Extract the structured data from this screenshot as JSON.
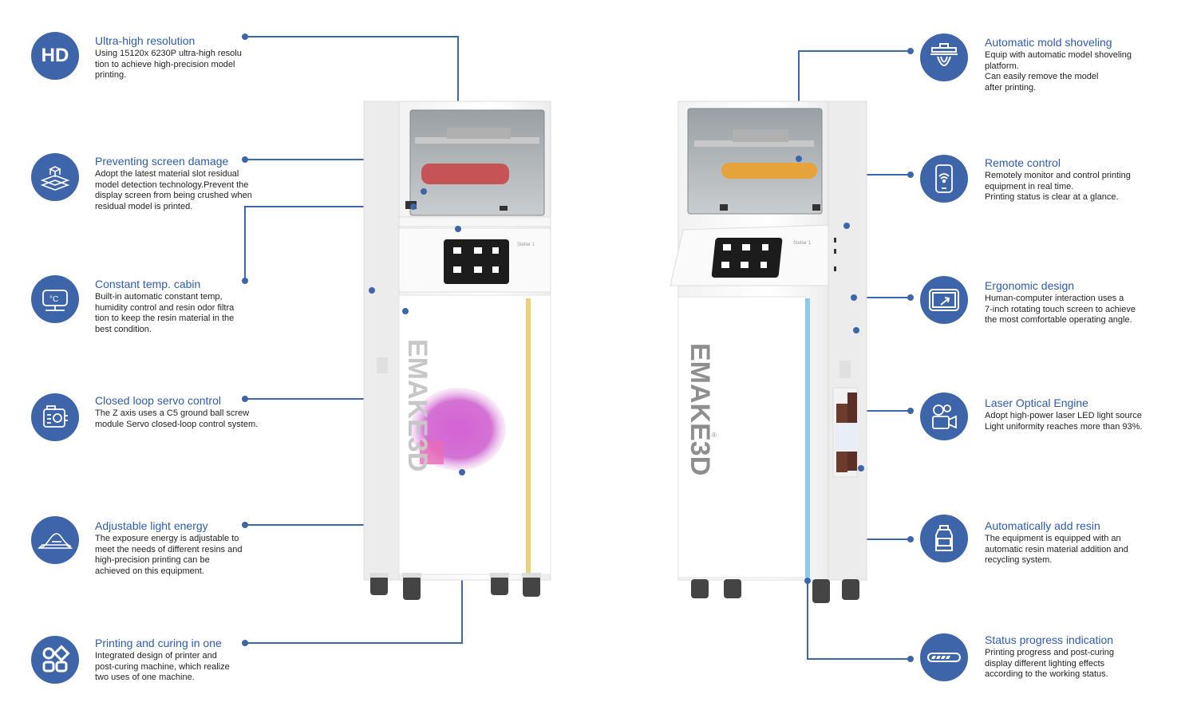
{
  "colors": {
    "accent": "#3e64a9",
    "title": "#2f5ba6",
    "body_text": "#222222",
    "leader": "#3e64a9",
    "printer_body": "#f4f4f4",
    "status_strip_left": "#e8d27a",
    "status_strip_right": "#8cc9ef",
    "cure_glow": "#c94fc9"
  },
  "left_features": [
    {
      "icon": "hd-icon",
      "icon_text": "HD",
      "title": "Ultra-high resolution",
      "desc": "Using 15120x 6230P ultra-high resolu\ntion to achieve high-precision model\nprinting."
    },
    {
      "icon": "layers-cube-icon",
      "title": "Preventing screen damage",
      "desc": "Adopt the latest material slot residual\nmodel detection technology.Prevent the\ndisplay screen from being crushed when\nresidual model is printed."
    },
    {
      "icon": "temperature-cabin-icon",
      "icon_text": "°C",
      "title": "Constant temp. cabin",
      "desc": "Built-in automatic constant temp,\nhumidity control and resin odor filtra\ntion to keep the resin material in the\nbest condition."
    },
    {
      "icon": "servo-motor-icon",
      "title": "Closed loop servo control",
      "desc": "The Z axis uses a C5 ground ball screw\nmodule Servo closed-loop control system."
    },
    {
      "icon": "light-energy-icon",
      "title": "Adjustable light energy",
      "desc": "The exposure energy is adjustable to\nmeet the needs of different resins and\nhigh-precision printing can be\nachieved on this equipment."
    },
    {
      "icon": "all-in-one-icon",
      "title": "Printing and curing in one",
      "desc": "Integrated design of printer and\npost-curing machine, which realize\ntwo uses of one machine."
    }
  ],
  "right_features": [
    {
      "icon": "mold-shoveling-icon",
      "title": "Automatic mold shoveling",
      "desc": "Equip with automatic model shoveling\nplatform.\nCan easily remove the model\nafter printing."
    },
    {
      "icon": "smartphone-wifi-icon",
      "title": "Remote control",
      "desc": "Remotely monitor and control printing\nequipment in real time.\nPrinting status is clear at a glance."
    },
    {
      "icon": "rotating-screen-icon",
      "title": "Ergonomic design",
      "desc": "Human-computer interaction uses a\n7-inch rotating touch screen to achieve\nthe most comfortable operating angle."
    },
    {
      "icon": "laser-camera-icon",
      "title": "Laser Optical Engine",
      "desc": "Adopt high-power laser LED light source\nLight uniformity reaches more than 93%."
    },
    {
      "icon": "resin-bottle-icon",
      "title": "Automatically add resin",
      "desc": "The equipment is equipped with an\nautomatic resin material addition and\nrecycling system."
    },
    {
      "icon": "progress-bar-icon",
      "title": "Status progress indication",
      "desc": "Printing progress and post-curing\ndisplay different lighting effects\naccording to the working status."
    }
  ],
  "printers": {
    "brand": "EMAKE3D",
    "model_label": "Stellar 1",
    "registered_mark": "®",
    "screen_icons": [
      "print-icon",
      "folder-icon",
      "light-icon",
      "tune-icon",
      "settings-icon",
      "tools-icon"
    ]
  }
}
